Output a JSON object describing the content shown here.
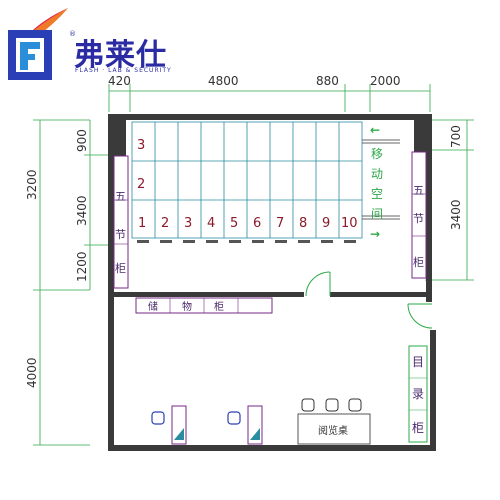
{
  "brand": {
    "name": "弗莱仕",
    "tagline": "FLASH · LAB & SECURITY",
    "registered": "®"
  },
  "dimensions": {
    "top": [
      "420",
      "4800",
      "880",
      "2000"
    ],
    "left_outer": [
      "3200",
      "4000"
    ],
    "left_inner": [
      "900",
      "3400",
      "1200"
    ],
    "right": [
      "700",
      "3400"
    ]
  },
  "shelf_rows": [
    "3",
    "2"
  ],
  "shelf_numbers": [
    "1",
    "2",
    "3",
    "4",
    "5",
    "6",
    "7",
    "8",
    "9",
    "10"
  ],
  "cabinets": {
    "left_five_section": [
      "五",
      "节",
      "柜"
    ],
    "right_five_section": [
      "五",
      "节",
      "柜"
    ],
    "mobile_space": [
      "移",
      "动",
      "空",
      "间"
    ],
    "storage": [
      "储",
      "物",
      "柜"
    ],
    "catalog": [
      "目",
      "录",
      "柜"
    ]
  },
  "reading_table": "阅览桌",
  "arrows": {
    "left": "←",
    "right": "→"
  }
}
